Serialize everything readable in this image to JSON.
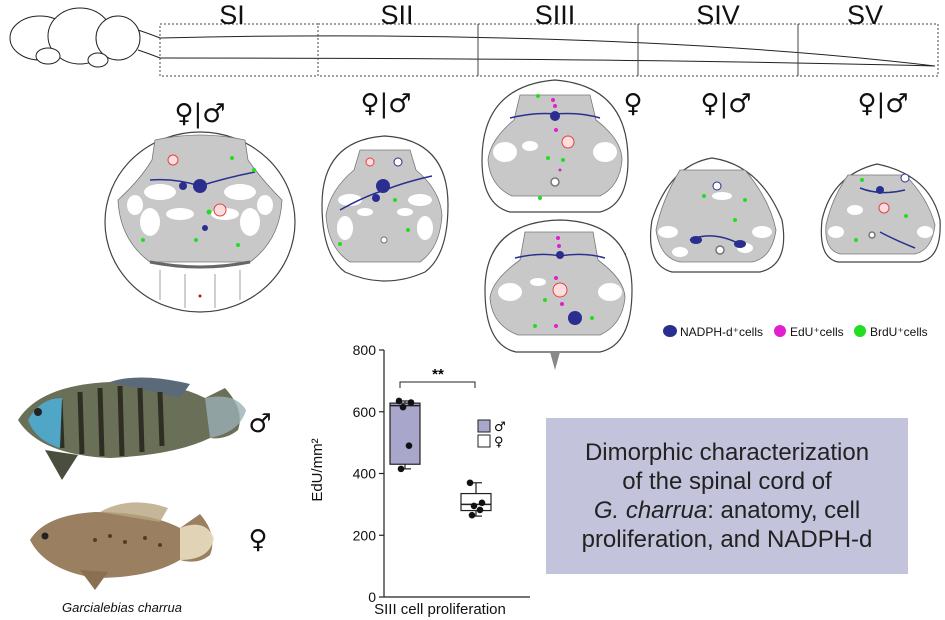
{
  "segments": [
    "SI",
    "SII",
    "SIII",
    "SIV",
    "SV"
  ],
  "sex_labels": {
    "both": "♀|♂",
    "female": "♀",
    "male": "♂"
  },
  "legend": [
    {
      "label": "NADPH-d⁺cells",
      "color": "#2a2f8f"
    },
    {
      "label": "EdU⁺cells",
      "color": "#e020d0"
    },
    {
      "label": "BrdU⁺cells",
      "color": "#22dd22"
    }
  ],
  "colors": {
    "gray_matter": "#c8c8c8",
    "nadph": "#2a2f8f",
    "edu": "#e020d0",
    "brdu": "#22dd22",
    "male_box": "#a9a6cc",
    "female_box": "#ffffff",
    "title_bg": "#c4c3dc"
  },
  "fish": {
    "male_symbol": "♂",
    "female_symbol": "♀",
    "species": "Garcialebias charrua"
  },
  "chart_data": {
    "type": "box",
    "xlabel": "SIII cell proliferation",
    "ylabel": "EdU/mm²",
    "ylim": [
      0,
      800
    ],
    "yticks": [
      0,
      200,
      400,
      600,
      800
    ],
    "significance": "**",
    "series": [
      {
        "name": "♂",
        "min": 415,
        "q1": 430,
        "median": 620,
        "q3": 628,
        "max": 635,
        "points": [
          415,
          490,
          615,
          630,
          635
        ]
      },
      {
        "name": "♀",
        "min": 262,
        "q1": 280,
        "median": 300,
        "q3": 335,
        "max": 370,
        "points": [
          265,
          282,
          295,
          305,
          370
        ]
      }
    ]
  },
  "title_box": {
    "line1": "Dimorphic characterization",
    "line2": "of the spinal cord of",
    "line3_italic": "G. charrua",
    "line3_rest": ": anatomy, cell",
    "line4": "proliferation, and NADPH-d"
  }
}
